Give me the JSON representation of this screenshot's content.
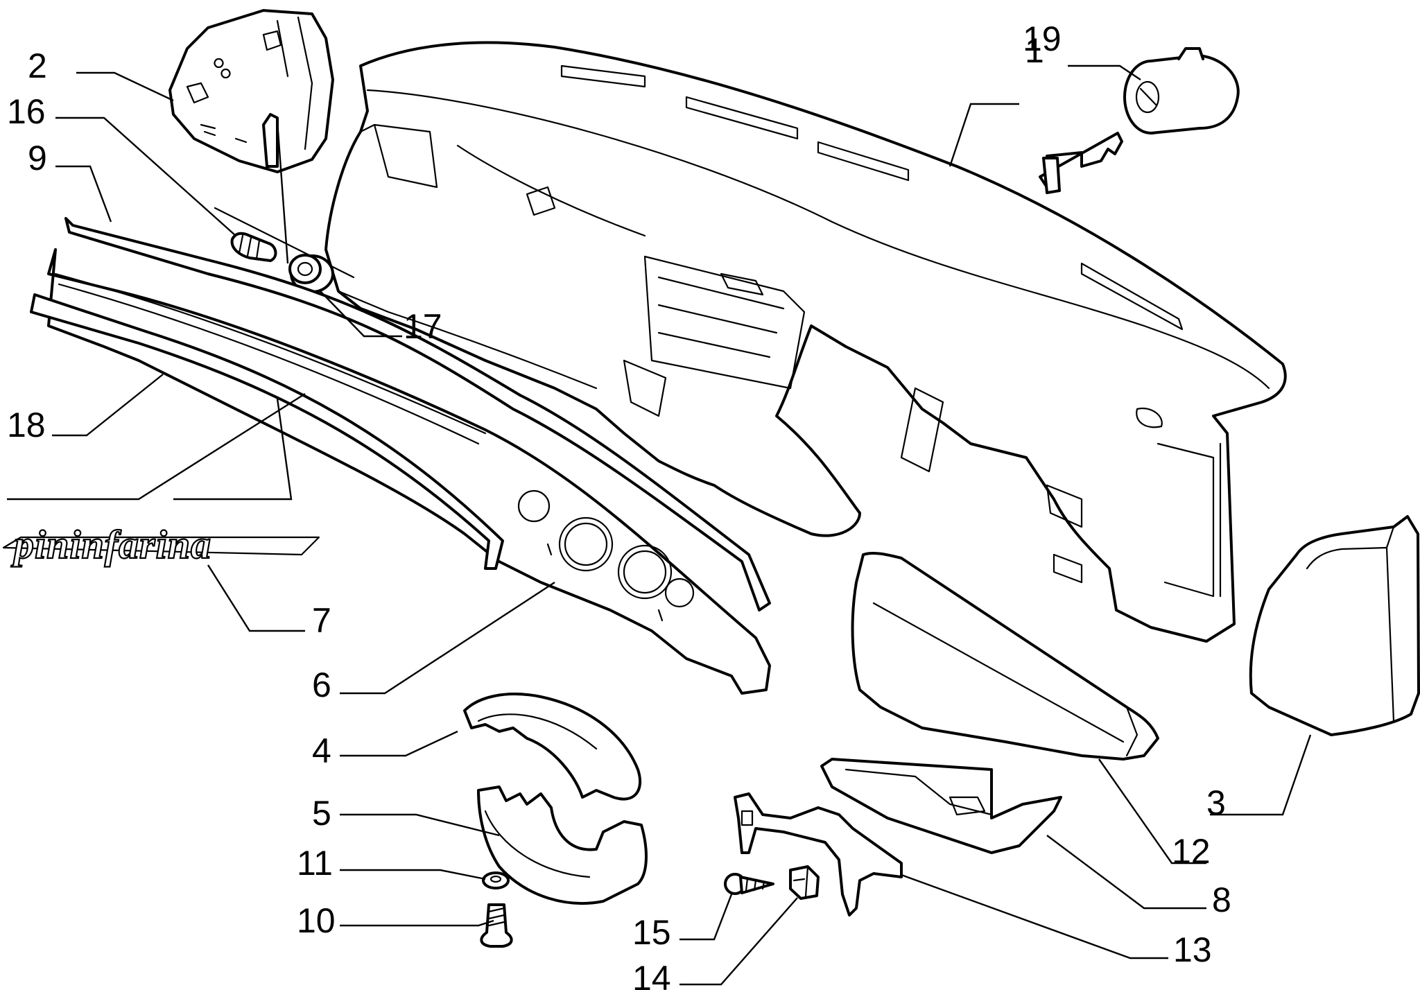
{
  "figure": {
    "logo_text": "pininfarina",
    "callouts": [
      {
        "id": "c1",
        "label": "1"
      },
      {
        "id": "c2",
        "label": "2"
      },
      {
        "id": "c3",
        "label": "3"
      },
      {
        "id": "c4",
        "label": "4"
      },
      {
        "id": "c5",
        "label": "5"
      },
      {
        "id": "c6",
        "label": "6"
      },
      {
        "id": "c7",
        "label": "7"
      },
      {
        "id": "c8",
        "label": "8"
      },
      {
        "id": "c9",
        "label": "9"
      },
      {
        "id": "c10",
        "label": "10"
      },
      {
        "id": "c11",
        "label": "11"
      },
      {
        "id": "c12",
        "label": "12"
      },
      {
        "id": "c13",
        "label": "13"
      },
      {
        "id": "c14",
        "label": "14"
      },
      {
        "id": "c15",
        "label": "15"
      },
      {
        "id": "c16",
        "label": "16"
      },
      {
        "id": "c17",
        "label": "17"
      },
      {
        "id": "c18",
        "label": "18"
      },
      {
        "id": "c19",
        "label": "19"
      }
    ]
  }
}
